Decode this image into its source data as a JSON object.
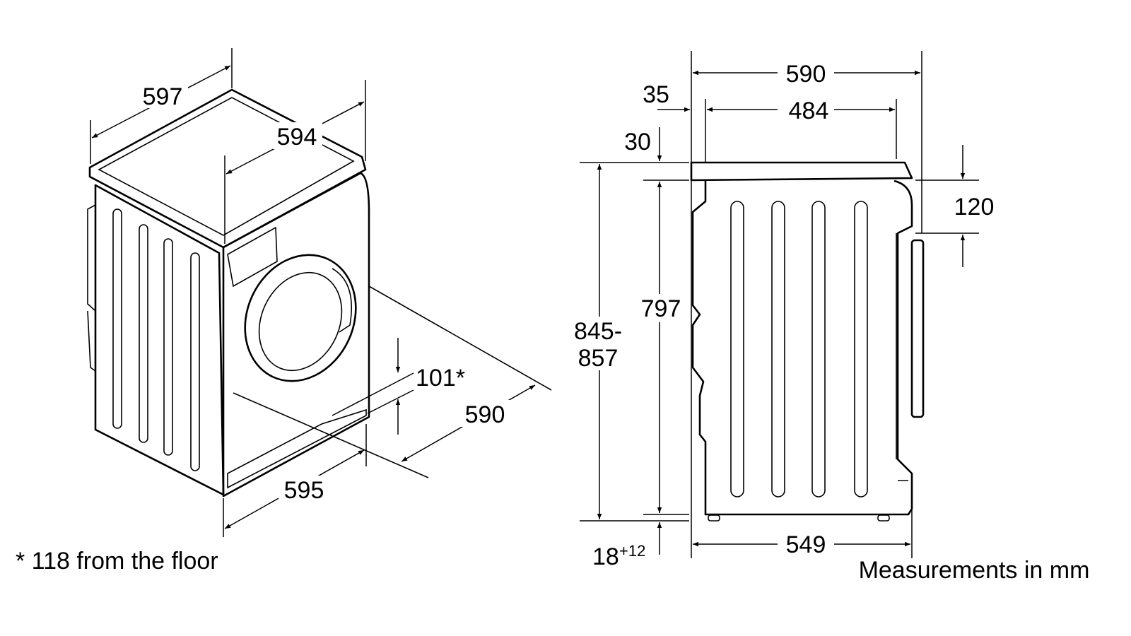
{
  "left_view": {
    "width_top": "597",
    "depth_top": "594",
    "door_height": "101*",
    "depth_floor": "590",
    "width_front": "595",
    "footnote": "* 118 from the floor"
  },
  "side_view": {
    "total_depth": "590",
    "body_depth": "484",
    "offset_35": "35",
    "offset_30": "30",
    "height_label_1": "845-",
    "height_label_2": "857",
    "body_height": "797",
    "feet_height": "18",
    "feet_adjust": "+12",
    "base_depth": "549",
    "door_offset": "120",
    "units_note": "Measurements in mm"
  }
}
